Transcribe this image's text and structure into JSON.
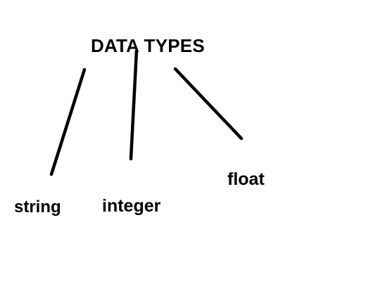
{
  "diagram": {
    "root": {
      "label": "DATA TYPES"
    },
    "children": [
      {
        "label": "string"
      },
      {
        "label": "integer"
      },
      {
        "label": "float"
      }
    ],
    "colors": {
      "background": "#ffffff",
      "ink": "#000000"
    }
  }
}
